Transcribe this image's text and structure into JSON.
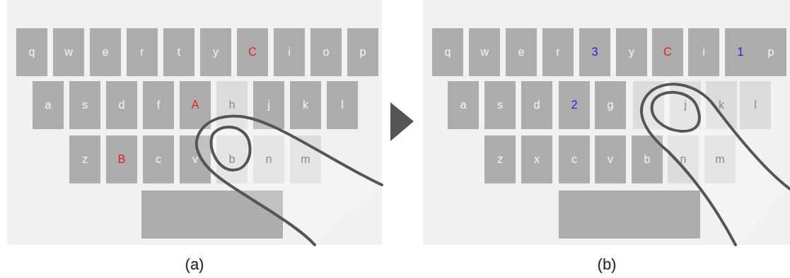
{
  "diagram": {
    "nodes": [
      {
        "text": [
          "q"
        ]
      },
      {
        "text": [
          "w"
        ]
      },
      {
        "text": [
          "e"
        ]
      },
      {
        "text": [
          "r"
        ]
      },
      {
        "text": [
          "t"
        ]
      },
      {
        "text": [
          "y"
        ]
      },
      {
        "text": [
          "C"
        ]
      },
      {
        "text": [
          "i"
        ]
      },
      {
        "text": [
          "o"
        ]
      },
      {
        "text": [
          "p"
        ]
      },
      {
        "text": [
          "a"
        ]
      },
      {
        "text": [
          "s"
        ]
      },
      {
        "text": [
          "d"
        ]
      },
      {
        "text": [
          "f"
        ]
      },
      {
        "text": [
          "A"
        ]
      },
      {
        "text": [
          "h"
        ]
      },
      {
        "text": [
          "j"
        ]
      },
      {
        "text": [
          "k"
        ]
      },
      {
        "text": [
          "l"
        ]
      },
      {
        "text": [
          "z"
        ]
      },
      {
        "text": [
          "B"
        ]
      },
      {
        "text": [
          "c"
        ]
      },
      {
        "text": [
          "v"
        ]
      },
      {
        "text": [
          "b"
        ]
      },
      {
        "text": [
          "n"
        ]
      },
      {
        "text": [
          "m"
        ]
      },
      {
        "text": [
          "q"
        ]
      },
      {
        "text": [
          "w"
        ]
      },
      {
        "text": [
          "e"
        ]
      },
      {
        "text": [
          "r"
        ]
      },
      {
        "text": [
          "3"
        ]
      },
      {
        "text": [
          "y"
        ]
      },
      {
        "text": [
          "C"
        ]
      },
      {
        "text": [
          "i"
        ]
      },
      {
        "text": [
          "1"
        ]
      },
      {
        "text": [
          "p"
        ]
      },
      {
        "text": [
          "a"
        ]
      },
      {
        "text": [
          "s"
        ]
      },
      {
        "text": [
          "d"
        ]
      },
      {
        "text": [
          "2"
        ]
      },
      {
        "text": [
          "g"
        ]
      },
      {
        "text": [
          "j"
        ]
      },
      {
        "text": [
          "k"
        ]
      },
      {
        "text": [
          "l"
        ]
      },
      {
        "text": [
          "z"
        ]
      },
      {
        "text": [
          "x"
        ]
      },
      {
        "text": [
          "c"
        ]
      },
      {
        "text": [
          "v"
        ]
      },
      {
        "text": [
          "b"
        ]
      },
      {
        "text": [
          "n"
        ]
      },
      {
        "text": [
          "m"
        ]
      }
    ],
    "labels": [
      "(a)",
      "(b)"
    ]
  }
}
